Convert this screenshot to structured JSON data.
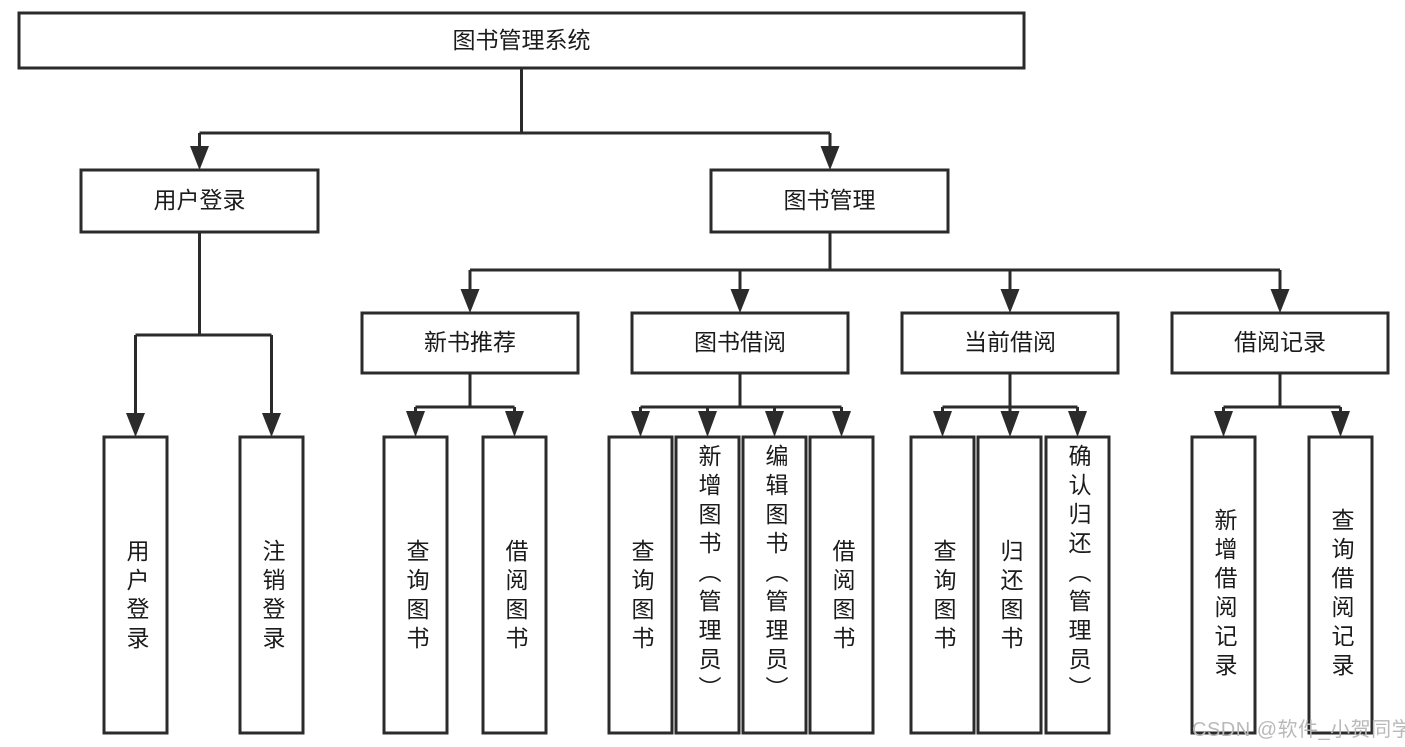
{
  "diagram": {
    "type": "tree-hierarchy",
    "title": "图书管理系统",
    "watermark": "CSDN @软件_小贺同学",
    "colors": {
      "background": "#ffffff",
      "stroke": "#2b2b2b",
      "text": "#1b1b1b",
      "watermark": "#b9b9b9"
    },
    "root": {
      "label": "图书管理系统"
    },
    "level1": [
      {
        "id": "user-login",
        "label": "用户登录"
      },
      {
        "id": "book-management",
        "label": "图书管理"
      }
    ],
    "level2": [
      {
        "id": "new-book-recommend",
        "label": "新书推荐",
        "parent": "book-management"
      },
      {
        "id": "book-borrow",
        "label": "图书借阅",
        "parent": "book-management"
      },
      {
        "id": "current-borrow",
        "label": "当前借阅",
        "parent": "book-management"
      },
      {
        "id": "borrow-record",
        "label": "借阅记录",
        "parent": "book-management"
      }
    ],
    "leaves": {
      "user-login": [
        {
          "id": "leaf-user-login",
          "label": "用户登录"
        },
        {
          "id": "leaf-user-logout",
          "label": "注销登录"
        }
      ],
      "new-book-recommend": [
        {
          "id": "leaf-query-book-1",
          "label": "查询图书"
        },
        {
          "id": "leaf-borrow-book-1",
          "label": "借阅图书"
        }
      ],
      "book-borrow": [
        {
          "id": "leaf-query-book-2",
          "label": "查询图书"
        },
        {
          "id": "leaf-add-book",
          "label": "新增图书（管理员）"
        },
        {
          "id": "leaf-edit-book",
          "label": "编辑图书（管理员）"
        },
        {
          "id": "leaf-borrow-book-2",
          "label": "借阅图书"
        }
      ],
      "current-borrow": [
        {
          "id": "leaf-query-book-3",
          "label": "查询图书"
        },
        {
          "id": "leaf-return-book",
          "label": "归还图书"
        },
        {
          "id": "leaf-confirm-return",
          "label": "确认归还（管理员）"
        }
      ],
      "borrow-record": [
        {
          "id": "leaf-add-record",
          "label": "新增借阅记录"
        },
        {
          "id": "leaf-query-record",
          "label": "查询借阅记录"
        }
      ]
    }
  }
}
